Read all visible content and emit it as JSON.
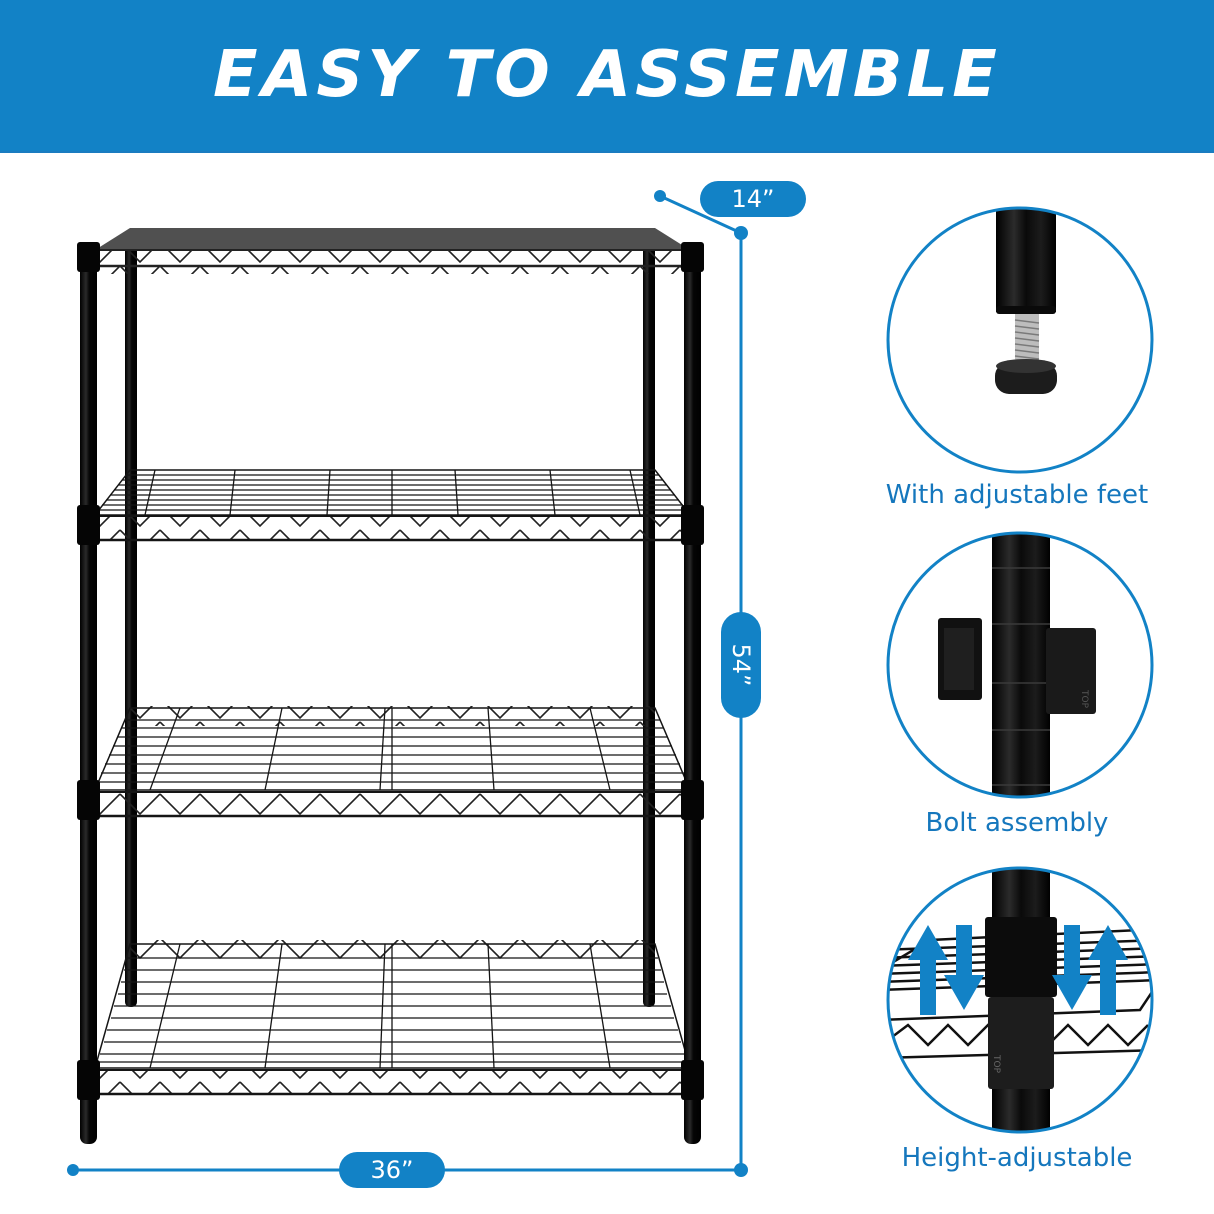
{
  "banner": {
    "title": "EASY TO ASSEMBLE",
    "background_color": "#1282c6",
    "text_color": "#ffffff"
  },
  "product": {
    "name": "4-tier wire shelving unit",
    "color": "#111111",
    "tiers": 4
  },
  "dimensions": {
    "depth_label": "14”",
    "height_label": "54”",
    "width_label": "36”",
    "line_color": "#1282c6"
  },
  "features": [
    {
      "label": "With adjustable feet",
      "icon": "adjustable-foot-icon"
    },
    {
      "label": "Bolt assembly",
      "icon": "bolt-sleeve-icon"
    },
    {
      "label": "Height-adjustable",
      "icon": "height-adjust-arrows-icon"
    }
  ],
  "feature_callout": {
    "sleeve_text": "TOP"
  }
}
